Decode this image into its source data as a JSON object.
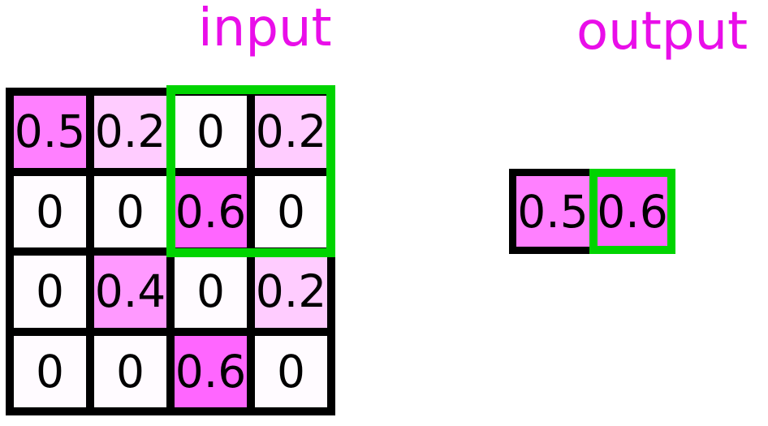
{
  "titles": {
    "input": "input",
    "output": "output"
  },
  "colors": {
    "background": "#FFFFFF",
    "title_text": "#E90EE9",
    "cell_text": "#000000",
    "grid_border": "#000000",
    "highlight_border": "#00D400",
    "value_fill": {
      "0": "#FFFBFF",
      "0.2": "#FFCCFF",
      "0.4": "#FF99FF",
      "0.5": "#FF80FF",
      "0.6": "#FF66FF"
    }
  },
  "input_grid": {
    "rows": [
      [
        "0.5",
        "0.2",
        "0",
        "0.2"
      ],
      [
        "0",
        "0",
        "0.6",
        "0"
      ],
      [
        "0",
        "0.4",
        "0",
        "0.2"
      ],
      [
        "0",
        "0",
        "0.6",
        "0"
      ]
    ],
    "highlight_region": {
      "row_start": 0,
      "col_start": 2,
      "row_span": 2,
      "col_span": 2
    }
  },
  "output_grid": {
    "rows": [
      [
        "0.5",
        "0.6"
      ]
    ],
    "highlight_cell": {
      "row": 0,
      "col": 1
    }
  }
}
